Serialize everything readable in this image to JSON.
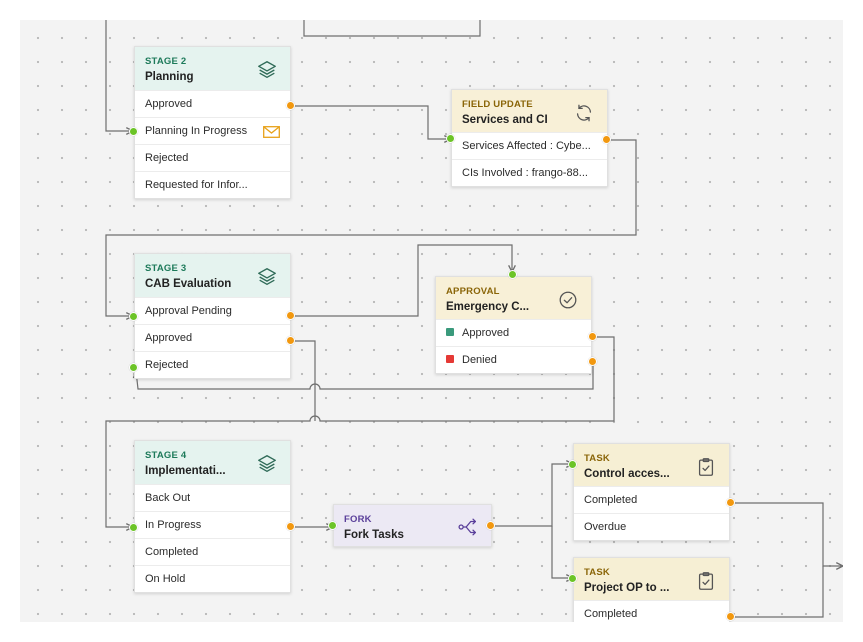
{
  "colors": {
    "wire": "#6e6e6e",
    "port_in": "#6cc427",
    "port_out": "#f2980f",
    "approved_square": "#3a9a7c",
    "denied_square": "#e53935"
  },
  "nodes": {
    "stage2": {
      "kind": "STAGE 2",
      "title": "Planning",
      "icon": "layers-icon",
      "rows": [
        "Approved",
        "Planning In Progress",
        "Rejected",
        "Requested for Infor..."
      ],
      "row_icon": "mail-icon"
    },
    "field_update": {
      "kind": "FIELD UPDATE",
      "title": "Services and CI",
      "icon": "refresh-icon",
      "rows": [
        "Services Affected : Cybe...",
        "CIs Involved : frango-88..."
      ]
    },
    "stage3": {
      "kind": "STAGE 3",
      "title": "CAB Evaluation",
      "icon": "layers-icon",
      "rows": [
        "Approval Pending",
        "Approved",
        "Rejected"
      ]
    },
    "approval": {
      "kind": "APPROVAL",
      "title": "Emergency C...",
      "icon": "check-circle-icon",
      "rows": [
        "Approved",
        "Denied"
      ]
    },
    "stage4": {
      "kind": "STAGE 4",
      "title": "Implementati...",
      "icon": "layers-icon",
      "rows": [
        "Back Out",
        "In Progress",
        "Completed",
        "On Hold"
      ]
    },
    "fork": {
      "kind": "FORK",
      "title": "Fork Tasks",
      "icon": "fork-icon"
    },
    "task1": {
      "kind": "TASK",
      "title": "Control acces...",
      "icon": "clipboard-check-icon",
      "rows": [
        "Completed",
        "Overdue"
      ]
    },
    "task2": {
      "kind": "TASK",
      "title": "Project OP to ...",
      "icon": "clipboard-check-icon",
      "rows": [
        "Completed"
      ]
    }
  }
}
